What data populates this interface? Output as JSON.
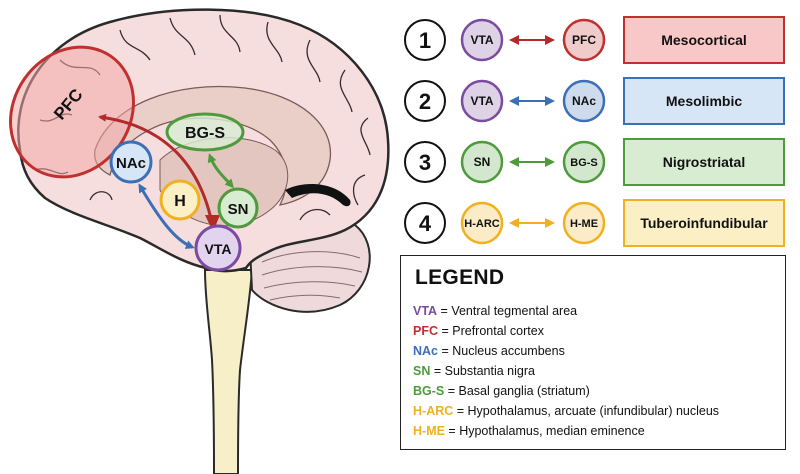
{
  "brain_labels": {
    "pfc": "PFC",
    "nac": "NAc",
    "h": "H",
    "vta": "VTA",
    "sn": "SN",
    "bgs": "BG-S"
  },
  "pathways": [
    {
      "number": "1",
      "from": "VTA",
      "to": "PFC",
      "name": "Mesocortical",
      "arrow_color": "#b22a2a",
      "from_color": "#7b4ba0",
      "to_color": "#c0302f",
      "box_fill": "#f8c8c8",
      "box_stroke": "#c0302f"
    },
    {
      "number": "2",
      "from": "VTA",
      "to": "NAc",
      "name": "Mesolimbic",
      "arrow_color": "#3b6fb6",
      "from_color": "#7b4ba0",
      "to_color": "#3b6fb6",
      "box_fill": "#d7e6f7",
      "box_stroke": "#3b6fb6"
    },
    {
      "number": "3",
      "from": "SN",
      "to": "BG-S",
      "name": "Nigrostriatal",
      "arrow_color": "#4e9a3c",
      "from_color": "#4e9a3c",
      "to_color": "#4e9a3c",
      "box_fill": "#d8ecd2",
      "box_stroke": "#4e9a3c"
    },
    {
      "number": "4",
      "from": "H-ARC",
      "to": "H-ME",
      "name": "Tuberoinfundibular",
      "arrow_color": "#f0b020",
      "from_color": "#f0b020",
      "to_color": "#f0b020",
      "box_fill": "#fbefc6",
      "box_stroke": "#f0b020"
    }
  ],
  "legend": {
    "title": "LEGEND",
    "items": [
      {
        "abbr": "VTA",
        "text": " = Ventral tegmental area",
        "color": "#7b4ba0"
      },
      {
        "abbr": "PFC",
        "text": " = Prefrontal cortex",
        "color": "#c0302f"
      },
      {
        "abbr": "NAc",
        "text": " = Nucleus accumbens",
        "color": "#3b6fb6"
      },
      {
        "abbr": "SN",
        "text": " = Substantia nigra",
        "color": "#4e9a3c"
      },
      {
        "abbr": "BG-S",
        "text": " = Basal ganglia (striatum)",
        "color": "#4e9a3c"
      },
      {
        "abbr": "H-ARC",
        "text": " = Hypothalamus, arcuate (infundibular) nucleus",
        "color": "#f0b020"
      },
      {
        "abbr": "H-ME",
        "text": " = Hypothalamus, median eminence",
        "color": "#f0b020"
      }
    ]
  },
  "colors": {
    "brain_fill": "#f6dede",
    "brain_stroke": "#2a2a2a",
    "inner_fill": "#e9cfc8",
    "stem_fill": "#f7efc8",
    "cerebellum_fill": "#eedada"
  }
}
